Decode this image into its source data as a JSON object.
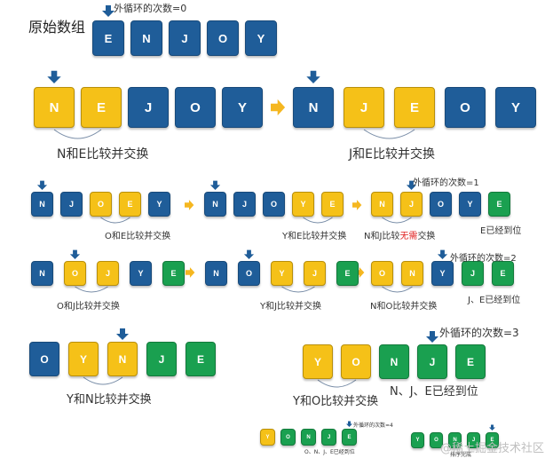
{
  "title": "原始数组",
  "colors": {
    "blue": "#1f5d99",
    "yellow": "#f5c118",
    "green": "#1aa050",
    "arrow_orange": "#f5b720",
    "pointer": "#1f5d99"
  },
  "step0": {
    "loop_label": "外循环的次数=0",
    "boxes": [
      "E",
      "N",
      "J",
      "O",
      "Y"
    ]
  },
  "row1": {
    "left": {
      "boxes": [
        "N",
        "E",
        "J",
        "O",
        "Y"
      ],
      "caption": "N和E比较并交换"
    },
    "right": {
      "boxes": [
        "N",
        "J",
        "E",
        "O",
        "Y"
      ],
      "caption": "J和E比较并交换"
    }
  },
  "row2": {
    "a": {
      "boxes": [
        "N",
        "J",
        "O",
        "E",
        "Y"
      ],
      "caption": "O和E比较并交换"
    },
    "b": {
      "boxes": [
        "N",
        "J",
        "O",
        "Y",
        "E"
      ],
      "caption": "Y和E比较并交换"
    },
    "c": {
      "boxes": [
        "N",
        "J",
        "O",
        "Y",
        "E"
      ],
      "loop_label": "外循环的次数=1",
      "caption_prefix": "N和J比较",
      "caption_red": "无需",
      "caption_suffix": "交换",
      "note": "E已经到位"
    }
  },
  "row3": {
    "a": {
      "boxes": [
        "N",
        "O",
        "J",
        "Y",
        "E"
      ],
      "caption": "O和J比较并交换"
    },
    "b": {
      "boxes": [
        "N",
        "O",
        "Y",
        "J",
        "E"
      ],
      "caption": "Y和J比较并交换"
    },
    "c": {
      "boxes": [
        "O",
        "N",
        "Y",
        "J",
        "E"
      ],
      "loop_label": "外循环的次数=2",
      "caption": "N和O比较并交换",
      "note": "J、E已经到位"
    }
  },
  "row4": {
    "left": {
      "boxes": [
        "O",
        "Y",
        "N",
        "J",
        "E"
      ],
      "caption": "Y和N比较并交换"
    },
    "right": {
      "boxes": [
        "Y",
        "O",
        "N",
        "J",
        "E"
      ],
      "loop_label": "外循环的次数=3",
      "caption": "Y和O比较并交换",
      "note": "N、J、E已经到位"
    }
  },
  "row5": {
    "left": {
      "boxes": [
        "Y",
        "O",
        "N",
        "J",
        "E"
      ],
      "loop_label": "外循环的次数=4",
      "note": "O、N、J、E已经到位"
    },
    "right": {
      "boxes": [
        "Y",
        "O",
        "N",
        "J",
        "E"
      ],
      "note": "排序完成"
    }
  },
  "watermark": "@稀土掘金技术社区"
}
